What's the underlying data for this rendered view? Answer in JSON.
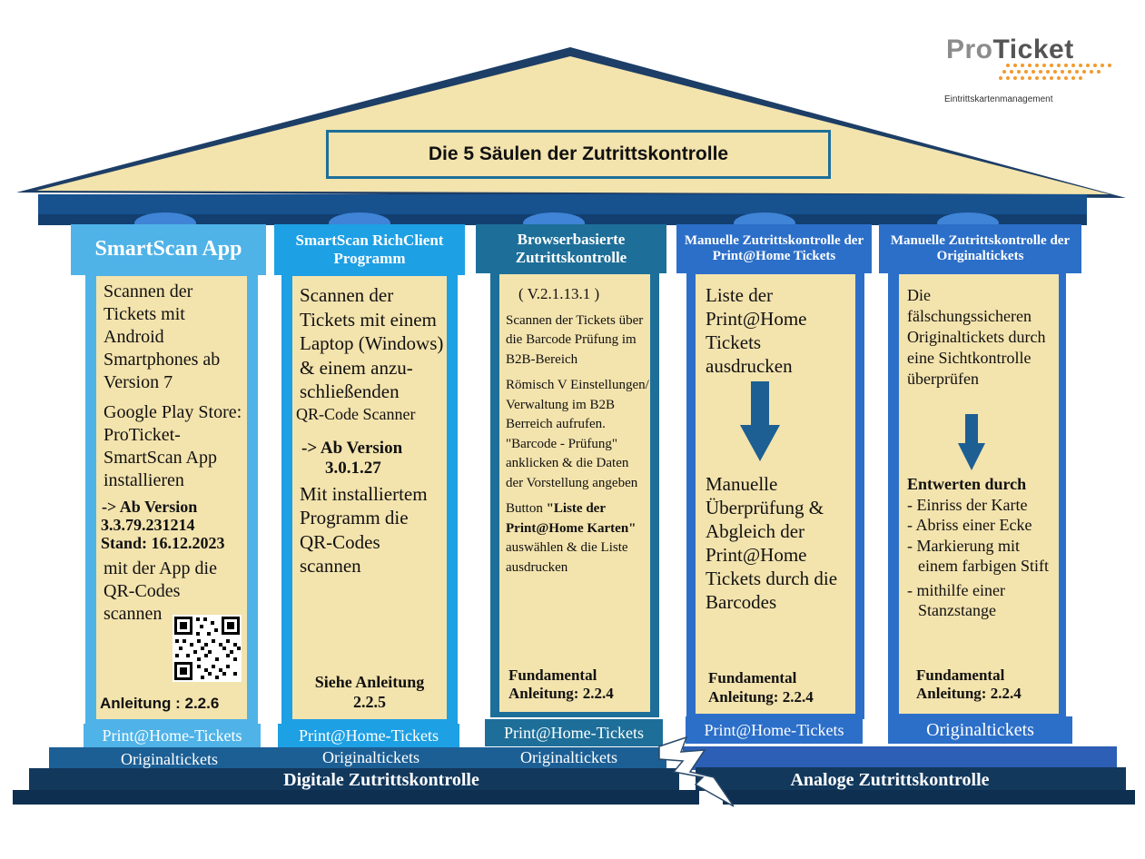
{
  "logo": {
    "brand_pro": "Pro",
    "brand_ticket": "Ticket",
    "tagline": "Eintrittskartenmanagement"
  },
  "title": "Die 5 Säulen der Zutrittskontrolle",
  "pillars": [
    {
      "header": "SmartScan App",
      "lines": [
        "Scannen der Tickets mit Android Smartphones ab Version 7",
        "Google Play Store: ProTicket-SmartScan App installieren"
      ],
      "version_1": "->  Ab Version",
      "version_2": "3.3.79.231214",
      "stand": "Stand: 16.12.2023",
      "scan_text": "mit der App die QR-Codes scannen",
      "footer": "Anleitung : 2.2.6",
      "label": "Print@Home-Tickets"
    },
    {
      "header": "SmartScan RichClient Programm",
      "lines": [
        "Scannen der Tickets mit einem Laptop (Windows) & einem anzu-schließenden"
      ],
      "scanner": "QR-Code Scanner",
      "version_1": "-> Ab Version",
      "version_2": "3.0.1.27",
      "program_text": "Mit installiertem Programm die QR-Codes scannen",
      "footer_1": "Siehe Anleitung",
      "footer_2": "2.2.5",
      "label": "Print@Home-Tickets"
    },
    {
      "header": "Browserbasierte Zutrittskontrolle",
      "version": "( V.2.1.13.1 )",
      "p1": "Scannen der Tickets über die Barcode Prüfung im B2B-Bereich",
      "p2": "Römisch V Einstellungen/ Verwaltung im B2B Berreich aufrufen. \"Barcode - Prüfung\" anklicken & die Daten der Vorstellung angeben",
      "p3_pre": "Button ",
      "p3_bold": "\"Liste der Print@Home Karten\"",
      "p3_post": " auswählen & die Liste ausdrucken",
      "footer_1": "Fundamental",
      "footer_2": "Anleitung: 2.2.4",
      "label": "Print@Home-Tickets"
    },
    {
      "header": "Manuelle Zutrittskontrolle der Print@Home Tickets",
      "top_text": "Liste der Print@Home Tickets ausdrucken",
      "bottom_text": "Manuelle Überprüfung & Abgleich der Print@Home Tickets durch die Barcodes",
      "footer_1": "Fundamental",
      "footer_2": "Anleitung: 2.2.4",
      "label": "Print@Home-Tickets"
    },
    {
      "header": "Manuelle Zutrittskontrolle der Originaltickets",
      "top_text": "Die fälschungssicheren Originaltickets durch eine Sichtkontrolle überprüfen",
      "entwerten": "Entwerten durch",
      "bullets": [
        "- Einriss der Karte",
        "- Abriss einer Ecke",
        "- Markierung mit einem farbigen Stift",
        "- mithilfe einer Stanzstange"
      ],
      "footer_1": "Fundamental",
      "footer_2": "Anleitung: 2.2.4",
      "label": "Originaltickets"
    }
  ],
  "step2_labels": [
    "Originaltickets",
    "Originaltickets",
    "Originaltickets"
  ],
  "base_left": "Digitale Zutrittskontrolle",
  "base_right": "Analoge Zutrittskontrolle",
  "colors": {
    "dark_navy": "#12385c",
    "royal_blue": "#2c6fc9",
    "light_blue": "#4fb3e8",
    "teal": "#1d6f99",
    "parchment": "#f3e3ad"
  }
}
